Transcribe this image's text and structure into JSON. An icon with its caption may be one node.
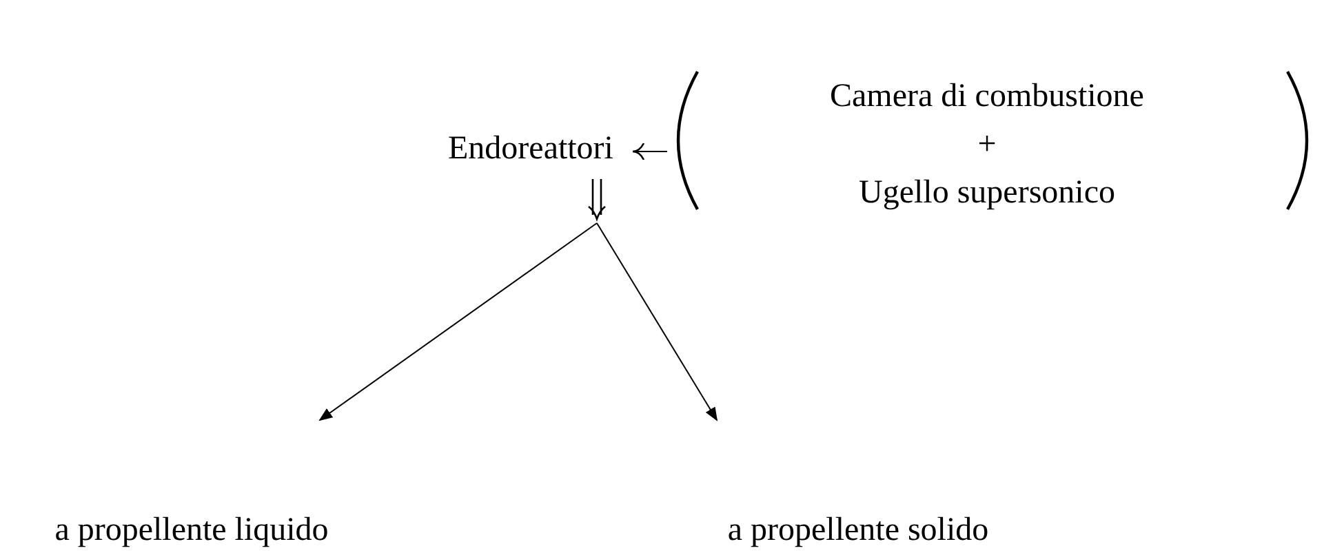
{
  "diagram": {
    "nodes": [
      {
        "text": [
          "Endoreattori"
        ]
      },
      {
        "text": [
          "Camera di combustione",
          "+",
          "Ugello supersonico"
        ]
      },
      {
        "text": [
          "a propellente liquido"
        ]
      },
      {
        "text": [
          "a propellente solido"
        ]
      }
    ],
    "edges": [
      {
        "from": 1,
        "to": 0,
        "arrow": "to"
      },
      {
        "from": 0,
        "to": 2,
        "arrow": "to"
      },
      {
        "from": 0,
        "to": 3,
        "arrow": "to"
      }
    ]
  }
}
